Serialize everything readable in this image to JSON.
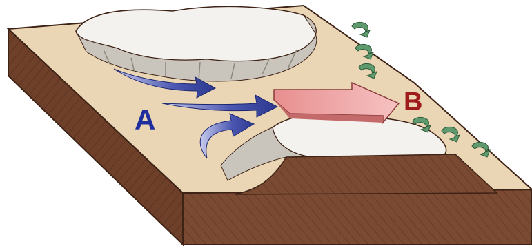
{
  "labels": {
    "a": "A",
    "b": "B"
  },
  "colors": {
    "background": "#ffffff",
    "surface": "#ead6b4",
    "soil_front": "#7a4a32",
    "soil_side": "#6b3e2a",
    "cliff_edge": "#4a2a1c",
    "upland_top": "#f4f2ee",
    "upland_shadow": "#c9c5bc",
    "arrow_blue": "#3c4aa6",
    "arrow_blue_light": "#8a93d6",
    "arrow_pink": "#f0a0a0",
    "arrow_pink_dark": "#c46a6a",
    "swirl_green": "#5e9a6e",
    "label_a": "#1f2e9e",
    "label_b": "#a01c1c"
  },
  "icons": {
    "a_arrows": "curved-flow-arrows",
    "b_arrow": "block-arrow",
    "swirls": "circular-eddy-arrows"
  }
}
